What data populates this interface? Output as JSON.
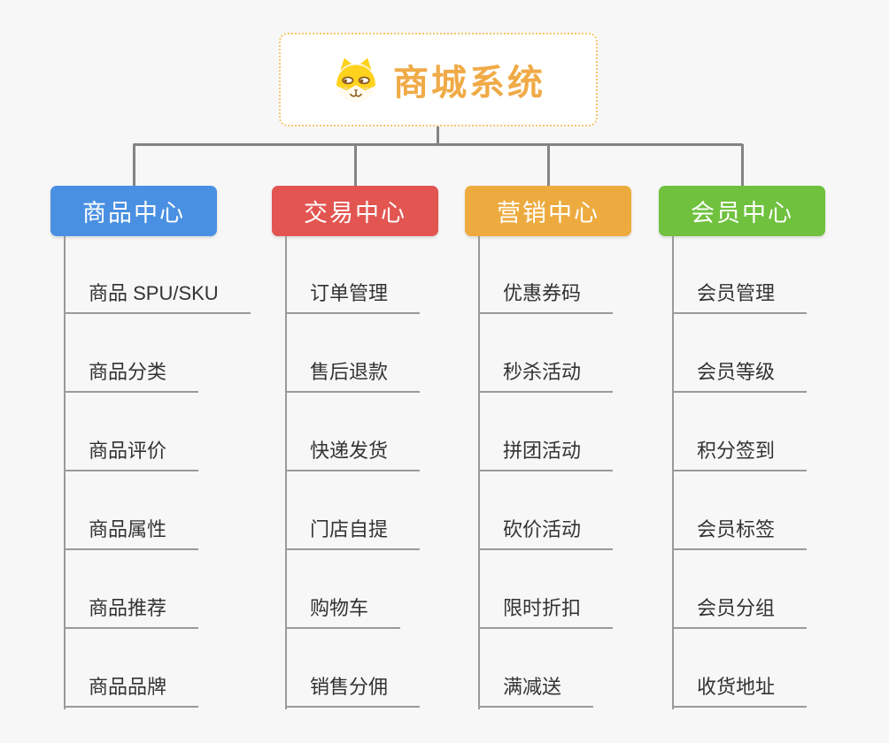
{
  "root": {
    "title": "商城系统",
    "icon": "dog-face-icon"
  },
  "colors": {
    "product_center": "#4a90e2",
    "trade_center": "#e25551",
    "marketing_center": "#edab3f",
    "member_center": "#6fc13e",
    "root_accent": "#f0aa46",
    "connector": "#848484"
  },
  "branches": [
    {
      "label": "商品中心",
      "color": "#4a90e2",
      "items": [
        "商品 SPU/SKU",
        "商品分类",
        "商品评价",
        "商品属性",
        "商品推荐",
        "商品品牌"
      ]
    },
    {
      "label": "交易中心",
      "color": "#e25551",
      "items": [
        "订单管理",
        "售后退款",
        "快递发货",
        "门店自提",
        "购物车",
        "销售分佣"
      ]
    },
    {
      "label": "营销中心",
      "color": "#edab3f",
      "items": [
        "优惠券码",
        "秒杀活动",
        "拼团活动",
        "砍价活动",
        "限时折扣",
        "满减送"
      ]
    },
    {
      "label": "会员中心",
      "color": "#6fc13e",
      "items": [
        "会员管理",
        "会员等级",
        "积分签到",
        "会员标签",
        "会员分组",
        "收货地址"
      ]
    }
  ]
}
